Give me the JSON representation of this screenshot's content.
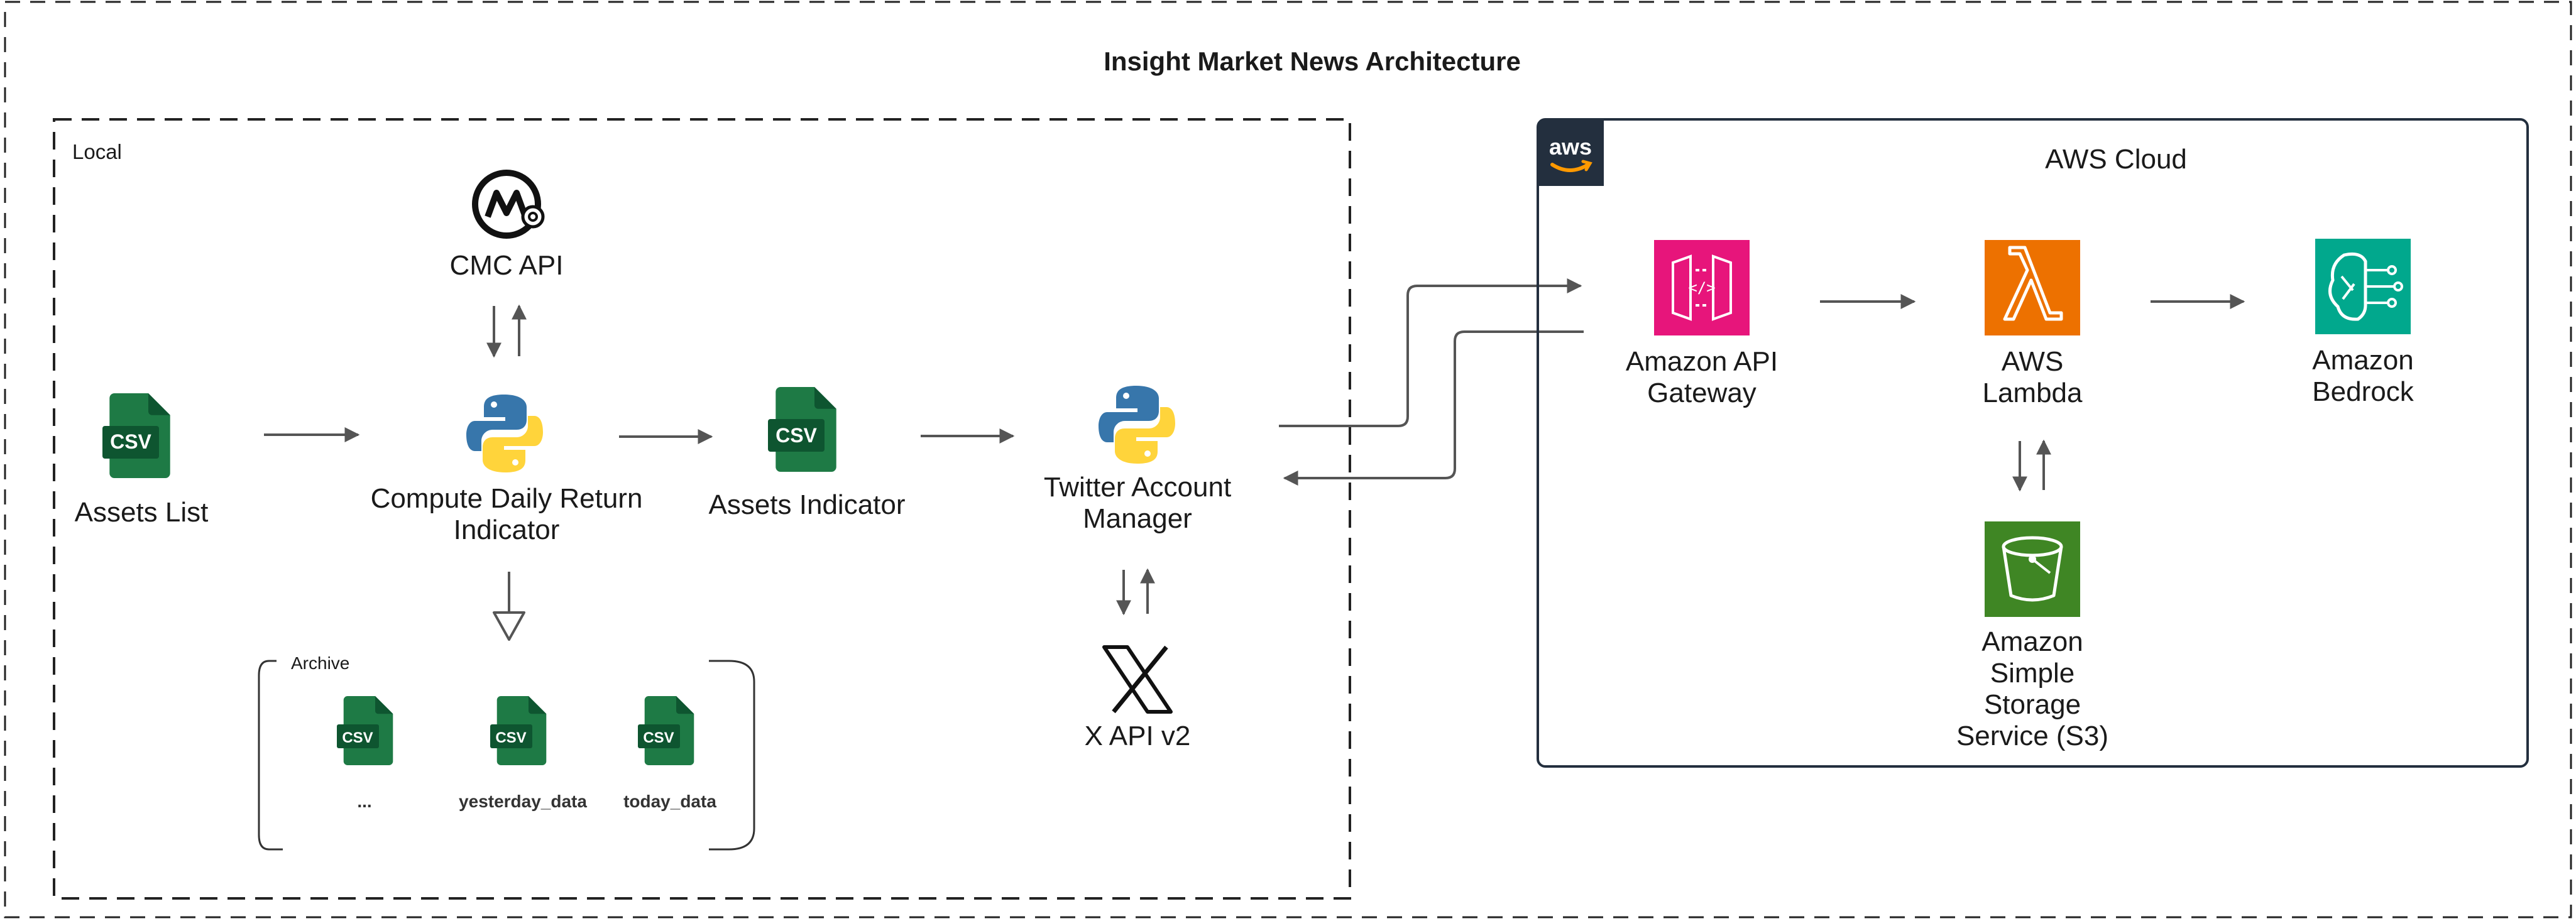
{
  "title": "Insight Market News Architecture",
  "groups": {
    "local": "Local",
    "archive": "Archive",
    "aws_cloud": "AWS Cloud",
    "aws_logo_text": "aws"
  },
  "nodes": {
    "cmc_api": "CMC API",
    "assets_list": "Assets List",
    "compute_line1": "Compute Daily Return",
    "compute_line2": "Indicator",
    "assets_indicator": "Assets Indicator",
    "twitter_line1": "Twitter Account",
    "twitter_line2": "Manager",
    "x_api": "X API v2",
    "apigw_line1": "Amazon API",
    "apigw_line2": "Gateway",
    "lambda_line1": "AWS",
    "lambda_line2": "Lambda",
    "bedrock_line1": "Amazon",
    "bedrock_line2": "Bedrock",
    "s3_line1": "Amazon",
    "s3_line2": "Simple",
    "s3_line3": "Storage",
    "s3_line4": "Service (S3)"
  },
  "archive_files": {
    "ellipsis": "...",
    "yesterday": "yesterday_data",
    "today": "today_data"
  },
  "csv_label": "CSV",
  "colors": {
    "csv_green": "#1E7A45",
    "csv_dark": "#0E5530",
    "api_gateway": "#E7157B",
    "lambda": "#ED7100",
    "bedrock": "#01A88D",
    "s3": "#3F8624",
    "aws_badge": "#232F3E",
    "arrow": "#555555"
  }
}
